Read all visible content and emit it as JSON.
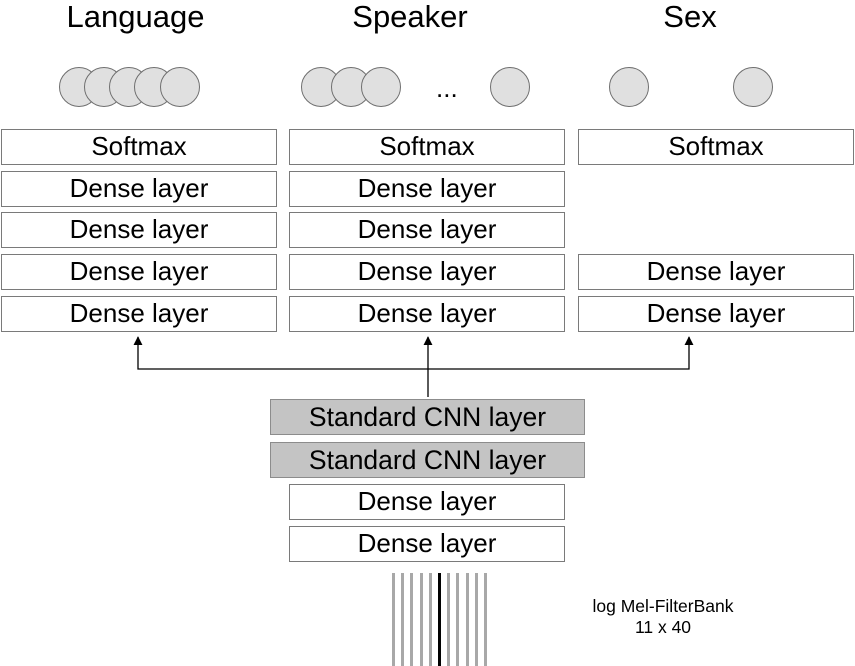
{
  "heads": {
    "language": "Language",
    "speaker": "Speaker",
    "sex": "Sex"
  },
  "ellipsis": "...",
  "language_stack": [
    "Softmax",
    "Dense layer",
    "Dense layer",
    "Dense layer",
    "Dense layer"
  ],
  "speaker_stack": [
    "Softmax",
    "Dense layer",
    "Dense layer",
    "Dense layer",
    "Dense layer"
  ],
  "sex_stack": {
    "softmax": "Softmax",
    "dense": [
      "Dense layer",
      "Dense layer"
    ]
  },
  "shared_stack": [
    "Standard CNN layer",
    "Standard CNN layer",
    "Dense layer",
    "Dense layer"
  ],
  "input": {
    "caption_line1": "log Mel-FilterBank",
    "caption_line2": "11 x 40"
  },
  "colors": {
    "node_fill": "#e0e0e0",
    "node_border": "#6f6f6f",
    "box_border": "#7a7a7a",
    "cnn_fill": "#c4c4c4",
    "bar_gray": "#a8a8a8",
    "bar_center": "#000000"
  }
}
